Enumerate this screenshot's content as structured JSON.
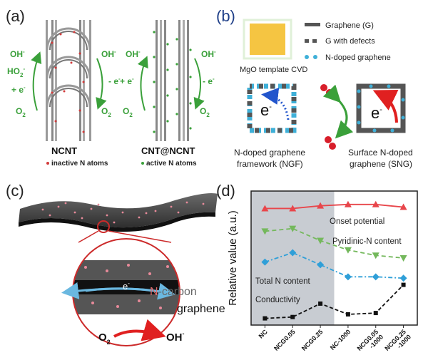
{
  "panel_a": {
    "label": "(a)",
    "ncnt_title": "NCNT",
    "ncnt_sub": "inactive N atoms",
    "cnt_title": "CNT@NCNT",
    "cnt_sub": "active N atoms",
    "oh": "OH",
    "ho2": "HO",
    "plus_e": "+ e",
    "minus_e": "- e",
    "o2": "O",
    "minus_sup": "-",
    "two_sub": "2"
  },
  "panel_b": {
    "label": "(b)",
    "template_caption": "MgO template CVD",
    "legend": [
      "Graphene (G)",
      "G with defects",
      "N-doped graphene"
    ],
    "ngf_caption_1": "N-doped graphene",
    "ngf_caption_2": "framework (NGF)",
    "sng_caption_1": "Surface N-doped",
    "sng_caption_2": "graphene (SNG)",
    "electron": "e",
    "minus_sup": "-",
    "colors": {
      "template": "#f5c542",
      "graphene": "#555555",
      "dopant": "#3fb0d8",
      "arrow_red": "#e02020",
      "arrow_green": "#3aa03a"
    }
  },
  "panel_c": {
    "label": "(c)",
    "n_carbon_prefix": "N",
    "n_carbon_suffix": "-carbon",
    "graphene": "graphene",
    "electron": "e",
    "o2": "O",
    "oh": "OH",
    "minus_sup": "-",
    "two_sub": "2"
  },
  "panel_d": {
    "label": "(d)"
  },
  "chart_data": {
    "type": "line",
    "ylabel": "Relative value (a.u.)",
    "categories": [
      "NC",
      "NCG0.05",
      "NCG0.25",
      "NC-1000",
      "NCG0.05 -1000",
      "NCG0.25 -1000"
    ],
    "ylim": [
      0,
      100
    ],
    "shaded_categories": [
      "NC",
      "NCG0.05",
      "NCG0.25"
    ],
    "series": [
      {
        "name": "Onset potential",
        "marker": "triangle",
        "color": "#e8464b",
        "dash": "",
        "values": [
          87,
          87,
          89,
          90,
          90,
          88
        ]
      },
      {
        "name": "Pyridinic-N content",
        "marker": "triangle-down",
        "color": "#74b85c",
        "dash": "6,4",
        "values": [
          70,
          72,
          63,
          56,
          52,
          50
        ]
      },
      {
        "name": "Total N content",
        "marker": "diamond",
        "color": "#2f9fd8",
        "dash": "6,3,2,3",
        "values": [
          47,
          54,
          45,
          36,
          36,
          35
        ]
      },
      {
        "name": "Conductivity",
        "marker": "square",
        "color": "#111111",
        "dash": "5,3",
        "values": [
          5,
          6,
          16,
          8,
          9,
          30
        ]
      }
    ]
  }
}
